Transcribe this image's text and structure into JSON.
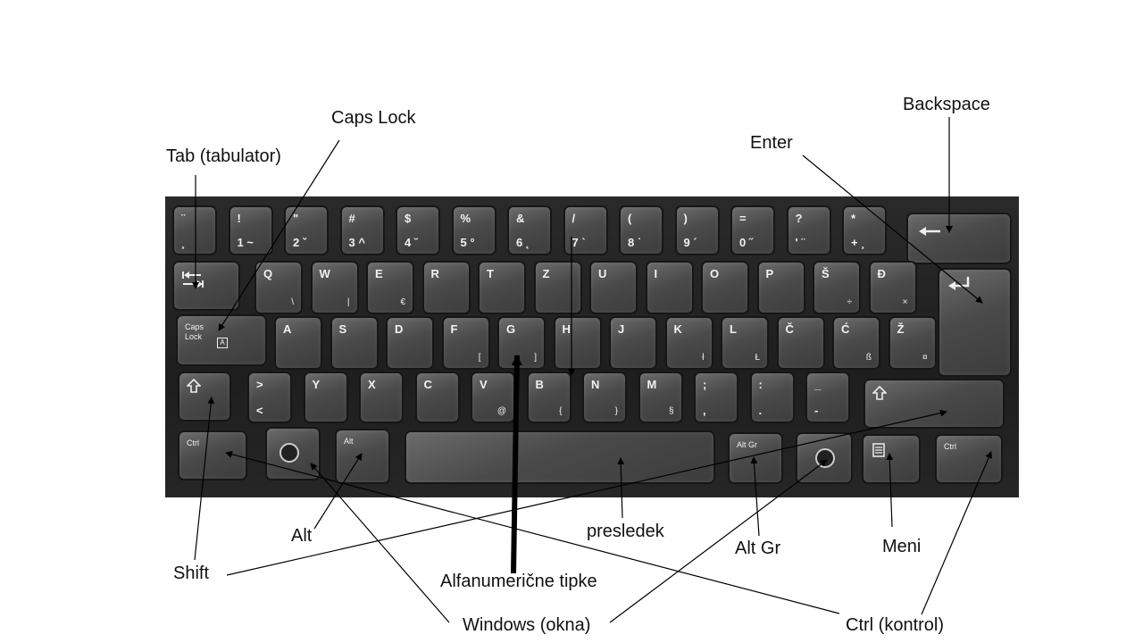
{
  "labels": {
    "tab": "Tab (tabulator)",
    "caps_lock": "Caps Lock",
    "backspace": "Backspace",
    "enter": "Enter",
    "shift": "Shift",
    "alt": "Alt",
    "presledek": "presledek",
    "alt_gr": "Alt Gr",
    "meni": "Meni",
    "alfanumericne": "Alfanumerične tipke",
    "windows": "Windows (okna)",
    "ctrl": "Ctrl (kontrol)"
  },
  "keys": {
    "tab_icon": "tab-arrows-icon",
    "caps_top": "Caps",
    "caps_bottom": "Lock",
    "shift_icon": "shift-arrow-icon",
    "ctrl": "Ctrl",
    "alt": "Alt",
    "altgr": "Alt Gr",
    "win_icon": "windows-logo-icon",
    "menu_icon": "menu-icon",
    "backspace_icon": "backspace-arrow-icon",
    "enter_icon": "enter-arrow-icon",
    "row1": [
      {
        "t": "¨",
        "b": "¸"
      },
      {
        "t": "!",
        "b": "1 ~"
      },
      {
        "t": "\"",
        "b": "2 ˇ"
      },
      {
        "t": "#",
        "b": "3 ^"
      },
      {
        "t": "$",
        "b": "4 ˘"
      },
      {
        "t": "%",
        "b": "5 °"
      },
      {
        "t": "&",
        "b": "6 ˛"
      },
      {
        "t": "/",
        "b": "7 `"
      },
      {
        "t": "(",
        "b": "8 ˙"
      },
      {
        "t": ")",
        "b": "9 ´"
      },
      {
        "t": "=",
        "b": "0 ˝"
      },
      {
        "t": "?",
        "b": "' ¨"
      },
      {
        "t": "*",
        "b": "+ ¸"
      }
    ],
    "row2": [
      {
        "t": "Q",
        "r": "\\"
      },
      {
        "t": "W",
        "r": "|"
      },
      {
        "t": "E",
        "r": "€"
      },
      {
        "t": "R",
        "r": ""
      },
      {
        "t": "T",
        "r": ""
      },
      {
        "t": "Z",
        "r": ""
      },
      {
        "t": "U",
        "r": ""
      },
      {
        "t": "I",
        "r": ""
      },
      {
        "t": "O",
        "r": ""
      },
      {
        "t": "P",
        "r": ""
      },
      {
        "t": "Š",
        "r": "÷"
      },
      {
        "t": "Đ",
        "r": "×"
      }
    ],
    "row3": [
      {
        "t": "A",
        "r": ""
      },
      {
        "t": "S",
        "r": ""
      },
      {
        "t": "D",
        "r": ""
      },
      {
        "t": "F",
        "r": "["
      },
      {
        "t": "G",
        "r": "]"
      },
      {
        "t": "H",
        "r": ""
      },
      {
        "t": "J",
        "r": ""
      },
      {
        "t": "K",
        "r": "ł"
      },
      {
        "t": "L",
        "r": "Ł"
      },
      {
        "t": "Č",
        "r": ""
      },
      {
        "t": "Ć",
        "r": "ß"
      },
      {
        "t": "Ž",
        "r": "¤"
      }
    ],
    "row4": [
      {
        "t": ">",
        "b": "<"
      },
      {
        "t": "Y",
        "b": ""
      },
      {
        "t": "X",
        "b": ""
      },
      {
        "t": "C",
        "b": ""
      },
      {
        "t": "V",
        "r": "@"
      },
      {
        "t": "B",
        "r": "{"
      },
      {
        "t": "N",
        "r": "}"
      },
      {
        "t": "M",
        "r": "§"
      },
      {
        "t": ";",
        "b": ","
      },
      {
        "t": ":",
        "b": "."
      },
      {
        "t": "_",
        "b": "-"
      }
    ]
  }
}
